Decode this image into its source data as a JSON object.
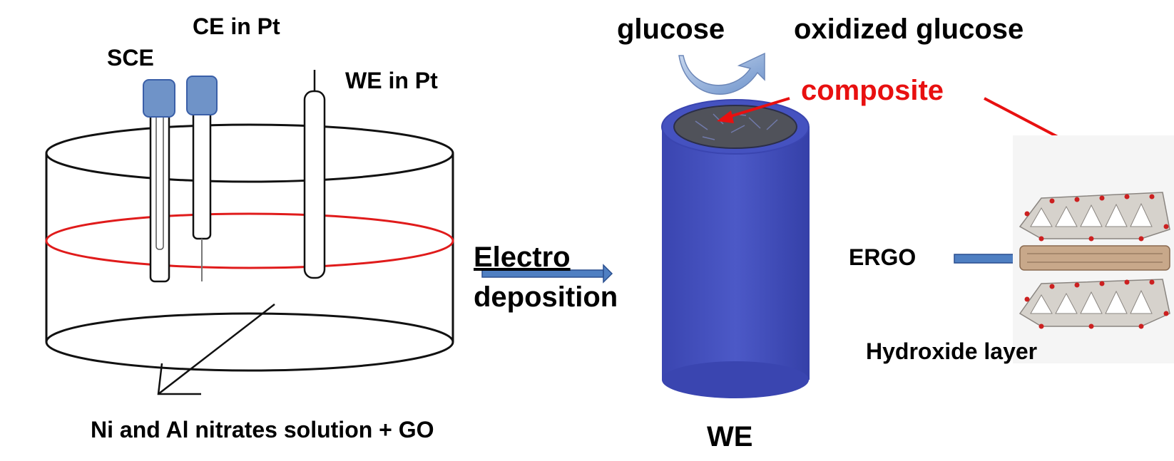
{
  "labels": {
    "sce": "SCE",
    "ce": "CE in Pt",
    "we_electrode": "WE in Pt",
    "solution": "Ni and Al nitrates solution + GO",
    "electro": "Electro",
    "deposition": "deposition",
    "glucose": "glucose",
    "oxidized": "oxidized glucose",
    "composite": "composite",
    "we": "WE",
    "ergo": "ERGO",
    "hydroxide": "Hydroxide layer"
  },
  "colors": {
    "electrode_cap": "#6f93c8",
    "cylinder": "#3b47b5",
    "liquid_line": "#e01b1b",
    "arrow_blue": "#4f7fc2",
    "composite_red": "#e81010"
  }
}
